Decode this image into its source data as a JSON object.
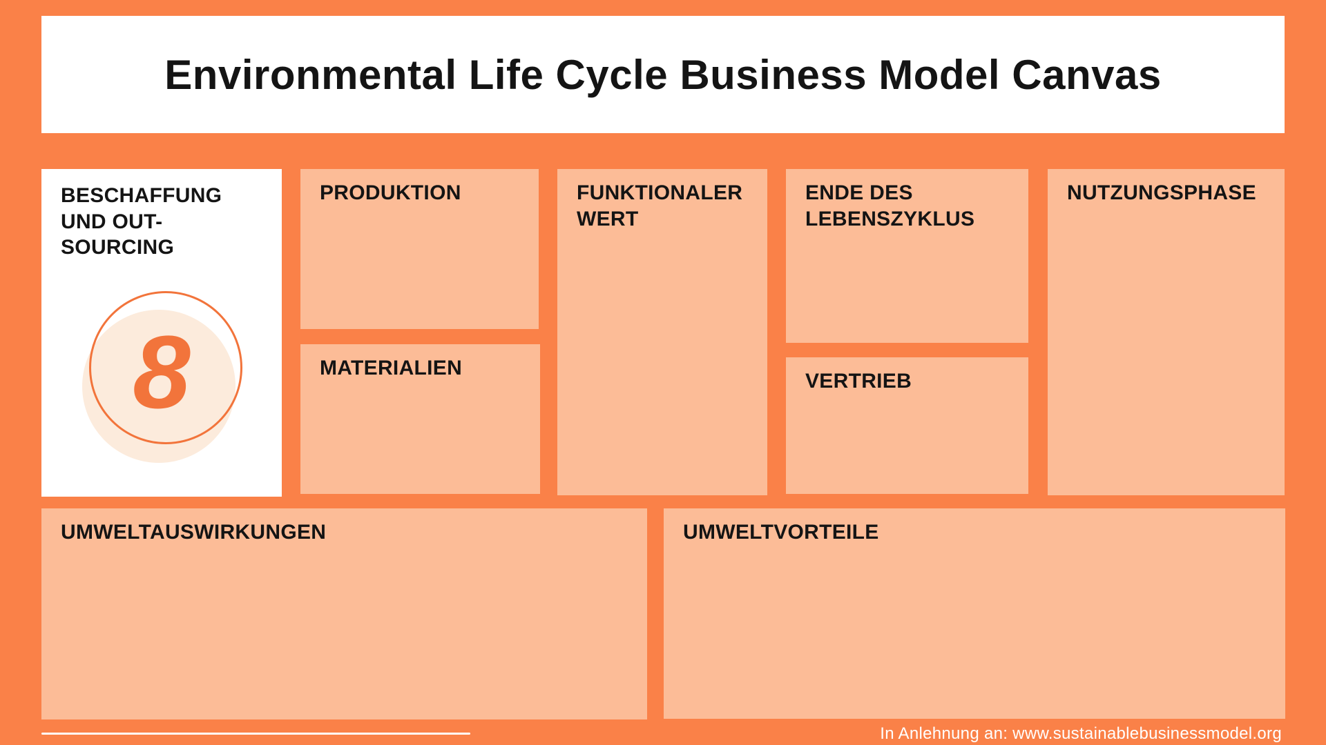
{
  "title": "Environmental Life Cycle Business Model Canvas",
  "colors": {
    "background": "#FA8148",
    "box_peach": "#FCBC97",
    "box_white": "#FFFFFF",
    "accent_orange": "#F2743B",
    "circle_fill": "#FCEBDC",
    "text_black": "#141414",
    "text_white": "#FFFFFF"
  },
  "sections": {
    "beschaffung": {
      "label": "BESCHAFFUNG\nUND OUT-\nSOURCING",
      "badge_number": "8"
    },
    "produktion": {
      "label": "PRODUKTION"
    },
    "materialien": {
      "label": "MATERIALIEN"
    },
    "funktionaler_wert": {
      "label": "FUNKTIONALER\nWERT"
    },
    "ende_des_lebenszyklus": {
      "label": "ENDE DES\nLEBENSZYKLUS"
    },
    "vertrieb": {
      "label": "VERTRIEB"
    },
    "nutzungsphase": {
      "label": "NUTZUNGSPHASE"
    },
    "umweltauswirkungen": {
      "label": "UMWELTAUSWIRKUNGEN"
    },
    "umweltvorteile": {
      "label": "UMWELTVORTEILE"
    }
  },
  "footer": {
    "attribution": "In Anlehnung an: www.sustainablebusinessmodel.org"
  }
}
